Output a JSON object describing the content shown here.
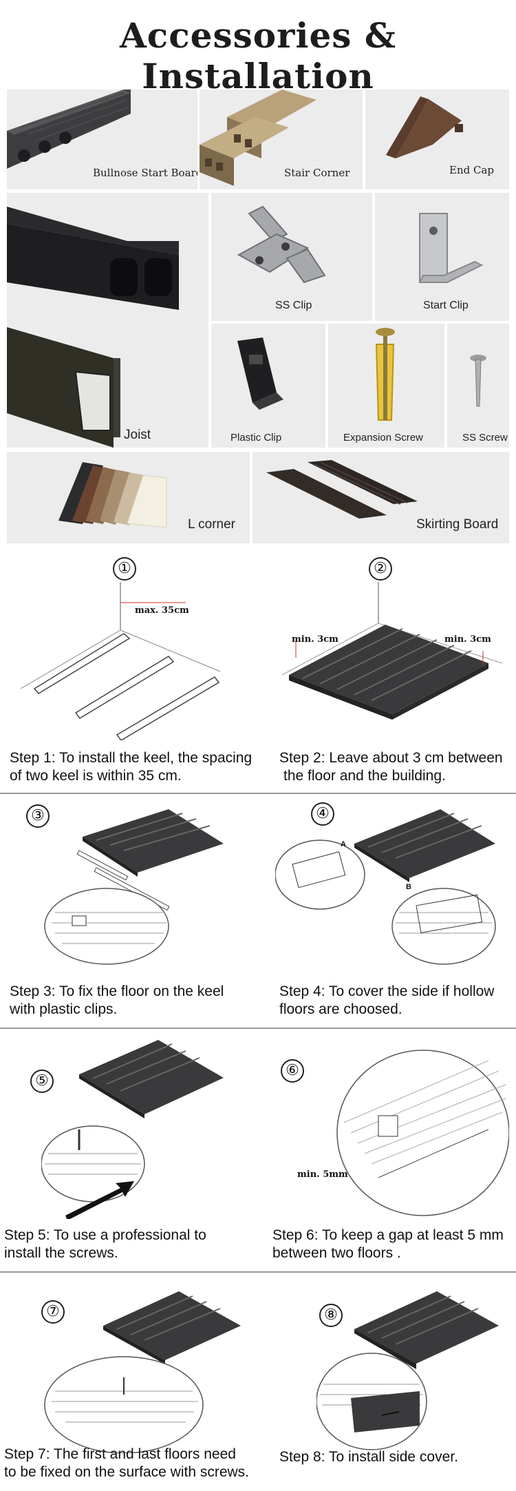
{
  "page": {
    "title": "Accessories & Installation"
  },
  "accessories": [
    {
      "label": "Bullnose Start Board",
      "icon": "bullnose-start-board-image"
    },
    {
      "label": "Stair Corner",
      "icon": "stair-corner-image"
    },
    {
      "label": "End Cap",
      "icon": "end-cap-image"
    },
    {
      "label": "Joist",
      "icon": "joist-image"
    },
    {
      "label": "SS Clip",
      "icon": "ss-clip-image"
    },
    {
      "label": "Start Clip",
      "icon": "start-clip-image"
    },
    {
      "label": "Plastic  Clip",
      "icon": "plastic-clip-image"
    },
    {
      "label": "Expansion Screw",
      "icon": "expansion-screw-image"
    },
    {
      "label": "SS Screw",
      "icon": "ss-screw-image"
    },
    {
      "label": "L corner",
      "icon": "l-corner-image"
    },
    {
      "label": "Skirting Board",
      "icon": "skirting-board-image"
    }
  ],
  "steps": [
    {
      "num": "①",
      "line1": "Step 1: To install the keel, the spacing",
      "line2": "of two keel is within 35 cm.",
      "dims": [
        "max. 35cm"
      ]
    },
    {
      "num": "②",
      "line1": "Step 2: Leave about 3 cm between",
      "line2": "the floor and the building.",
      "dims": [
        "min. 3cm",
        "min. 3cm"
      ]
    },
    {
      "num": "③",
      "line1": "Step 3: To fix the floor on the keel",
      "line2": "with plastic clips.",
      "dims": []
    },
    {
      "num": "④",
      "line1": "Step 4: To cover the side if hollow",
      "line2": "floors are choosed.",
      "dims": [
        "A",
        "B"
      ]
    },
    {
      "num": "⑤",
      "line1": "Step 5: To use a professional to",
      "line2": "install the screws.",
      "dims": []
    },
    {
      "num": "⑥",
      "line1": "Step 6: To keep a gap at least 5 mm",
      "line2": "between two floors .",
      "dims": [
        "min. 5mm"
      ]
    },
    {
      "num": "⑦",
      "line1": "Step 7: The first and last floors need",
      "line2": "to be fixed on the surface with screws.",
      "dims": []
    },
    {
      "num": "⑧",
      "line1": "Step 8: To install side cover.",
      "line2": "",
      "dims": []
    }
  ],
  "colors": {
    "board": "#3a3a3c",
    "board_dark": "#232325",
    "wood": "#9b8766",
    "tile_bg": "#ececec",
    "divider": "#9a9a9a"
  }
}
